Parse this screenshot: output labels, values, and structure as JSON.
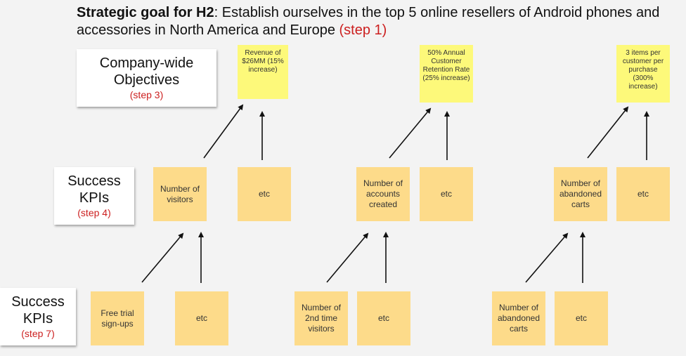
{
  "goal": {
    "label": "Strategic goal for H2",
    "text": ": Establish ourselves in the top 5 online resellers of Android phones and accessories in North America and Europe ",
    "step": "(step 1)"
  },
  "levels": {
    "objectives": {
      "title_line1": "Company-wide",
      "title_line2": "Objectives",
      "step": "(step 3)"
    },
    "kpis_top": {
      "title_line1": "Success",
      "title_line2": "KPIs",
      "step": "(step 4)"
    },
    "kpis_bottom": {
      "title_line1": "Success",
      "title_line2": "KPIs",
      "step": "(step 7)"
    }
  },
  "objectives": [
    {
      "text": "Revenue of $26MM (15% increase)"
    },
    {
      "text": "50% Annual Customer Retention Rate (25% increase)"
    },
    {
      "text": "3 items per customer per purchase (300% increase)"
    }
  ],
  "kpis_top": [
    {
      "text": "Number of visitors"
    },
    {
      "text": "etc"
    },
    {
      "text": "Number of accounts created"
    },
    {
      "text": "etc"
    },
    {
      "text": "Number of abandoned carts"
    },
    {
      "text": "etc"
    }
  ],
  "kpis_bottom": [
    {
      "text": "Free trial sign-ups"
    },
    {
      "text": "etc"
    },
    {
      "text": "Number of 2nd time visitors"
    },
    {
      "text": "etc"
    },
    {
      "text": "Number of abandoned carts"
    },
    {
      "text": "etc"
    }
  ],
  "colors": {
    "kpi_note": "#fddb8a",
    "objective_note": "#fdf97a",
    "step_text": "#cc1f1f"
  }
}
